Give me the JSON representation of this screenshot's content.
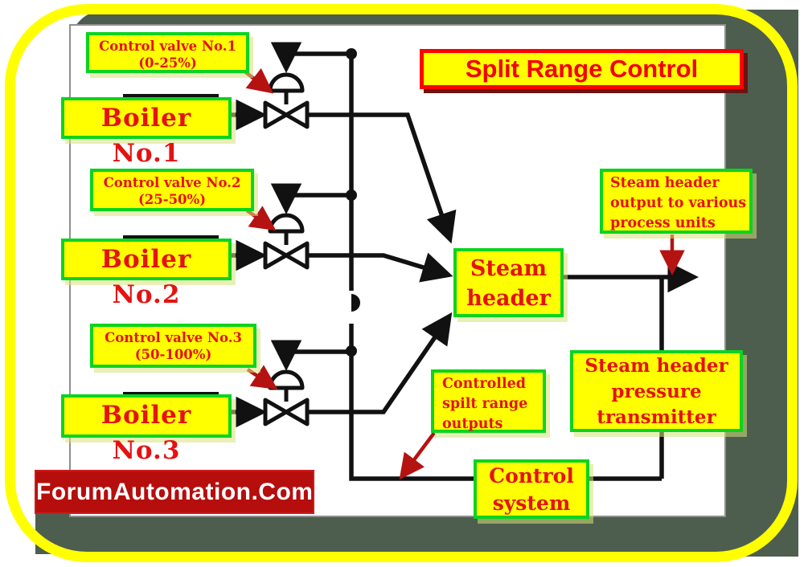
{
  "title": "Split Range Control",
  "watermark": "ForumAutomation.Com",
  "labels": {
    "control_valve_1": "Control valve No.1\n(0-25%)",
    "control_valve_2": "Control valve No.2\n(25-50%)",
    "control_valve_3": "Control valve No.3\n(50-100%)",
    "boiler_1": "Boiler No.1",
    "boiler_2": "Boiler No.2",
    "boiler_3": "Boiler No.3",
    "steam_header": "Steam\nheader",
    "steam_header_output": "Steam header\noutput to various\nprocess units",
    "pressure_transmitter": "Steam header\npressure\ntransmitter",
    "controlled_outputs": "Controlled\nspilt range\noutputs",
    "control_system": "Control\nsystem"
  },
  "colors": {
    "label_fill": "#ffff00",
    "label_border_green": "#0ad41e",
    "label_text_red": "#e51212",
    "title_border_red": "#ff0000",
    "pipe_black": "#111111",
    "pointer_arrow_red": "#b51212",
    "backdrop_olive": "#4d5e4f",
    "banner_red": "#b60d0d",
    "frame_yellow": "#ffff00"
  }
}
